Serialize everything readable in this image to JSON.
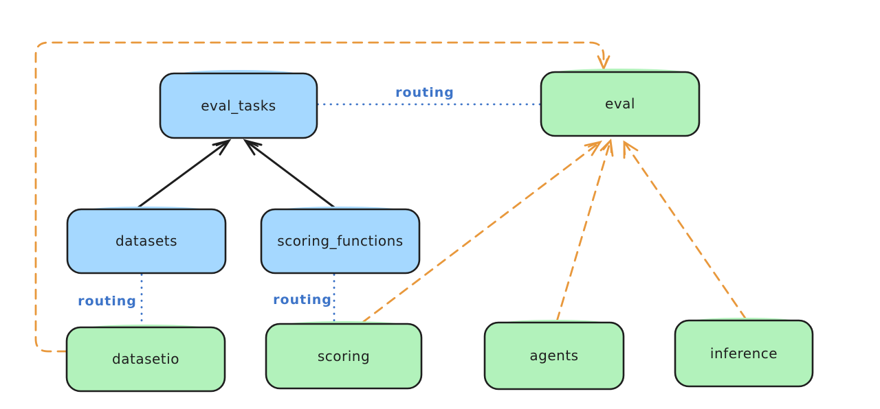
{
  "diagram": {
    "kind": "architecture-diagram",
    "colors": {
      "blue_fill": "#a5d8ff",
      "green_fill": "#b2f2bb",
      "border_dark": "#1e1e1e",
      "routing_blue": "#3d74c8",
      "orange": "#e8983c",
      "bg": "#ffffff"
    },
    "nodes": [
      {
        "id": "eval_tasks",
        "label": "eval_tasks",
        "color": "blue"
      },
      {
        "id": "eval",
        "label": "eval",
        "color": "green"
      },
      {
        "id": "datasets",
        "label": "datasets",
        "color": "blue"
      },
      {
        "id": "scoring_functions",
        "label": "scoring_functions",
        "color": "blue"
      },
      {
        "id": "datasetio",
        "label": "datasetio",
        "color": "green"
      },
      {
        "id": "scoring",
        "label": "scoring",
        "color": "green"
      },
      {
        "id": "agents",
        "label": "agents",
        "color": "green"
      },
      {
        "id": "inference",
        "label": "inference",
        "color": "green"
      }
    ],
    "edges": [
      {
        "from": "datasets",
        "to": "eval_tasks",
        "style": "solid_black_arrow"
      },
      {
        "from": "scoring_functions",
        "to": "eval_tasks",
        "style": "solid_black_arrow"
      },
      {
        "from": "eval_tasks",
        "to": "eval",
        "style": "dotted_blue",
        "label": "routing"
      },
      {
        "from": "datasets",
        "to": "datasetio",
        "style": "dotted_blue",
        "label": "routing"
      },
      {
        "from": "scoring_functions",
        "to": "scoring",
        "style": "dotted_blue",
        "label": "routing"
      },
      {
        "from": "datasetio",
        "to": "eval",
        "style": "dashed_orange_arrow"
      },
      {
        "from": "scoring",
        "to": "eval",
        "style": "dashed_orange_arrow"
      },
      {
        "from": "agents",
        "to": "eval",
        "style": "dashed_orange_arrow"
      },
      {
        "from": "inference",
        "to": "eval",
        "style": "dashed_orange_arrow"
      }
    ]
  }
}
